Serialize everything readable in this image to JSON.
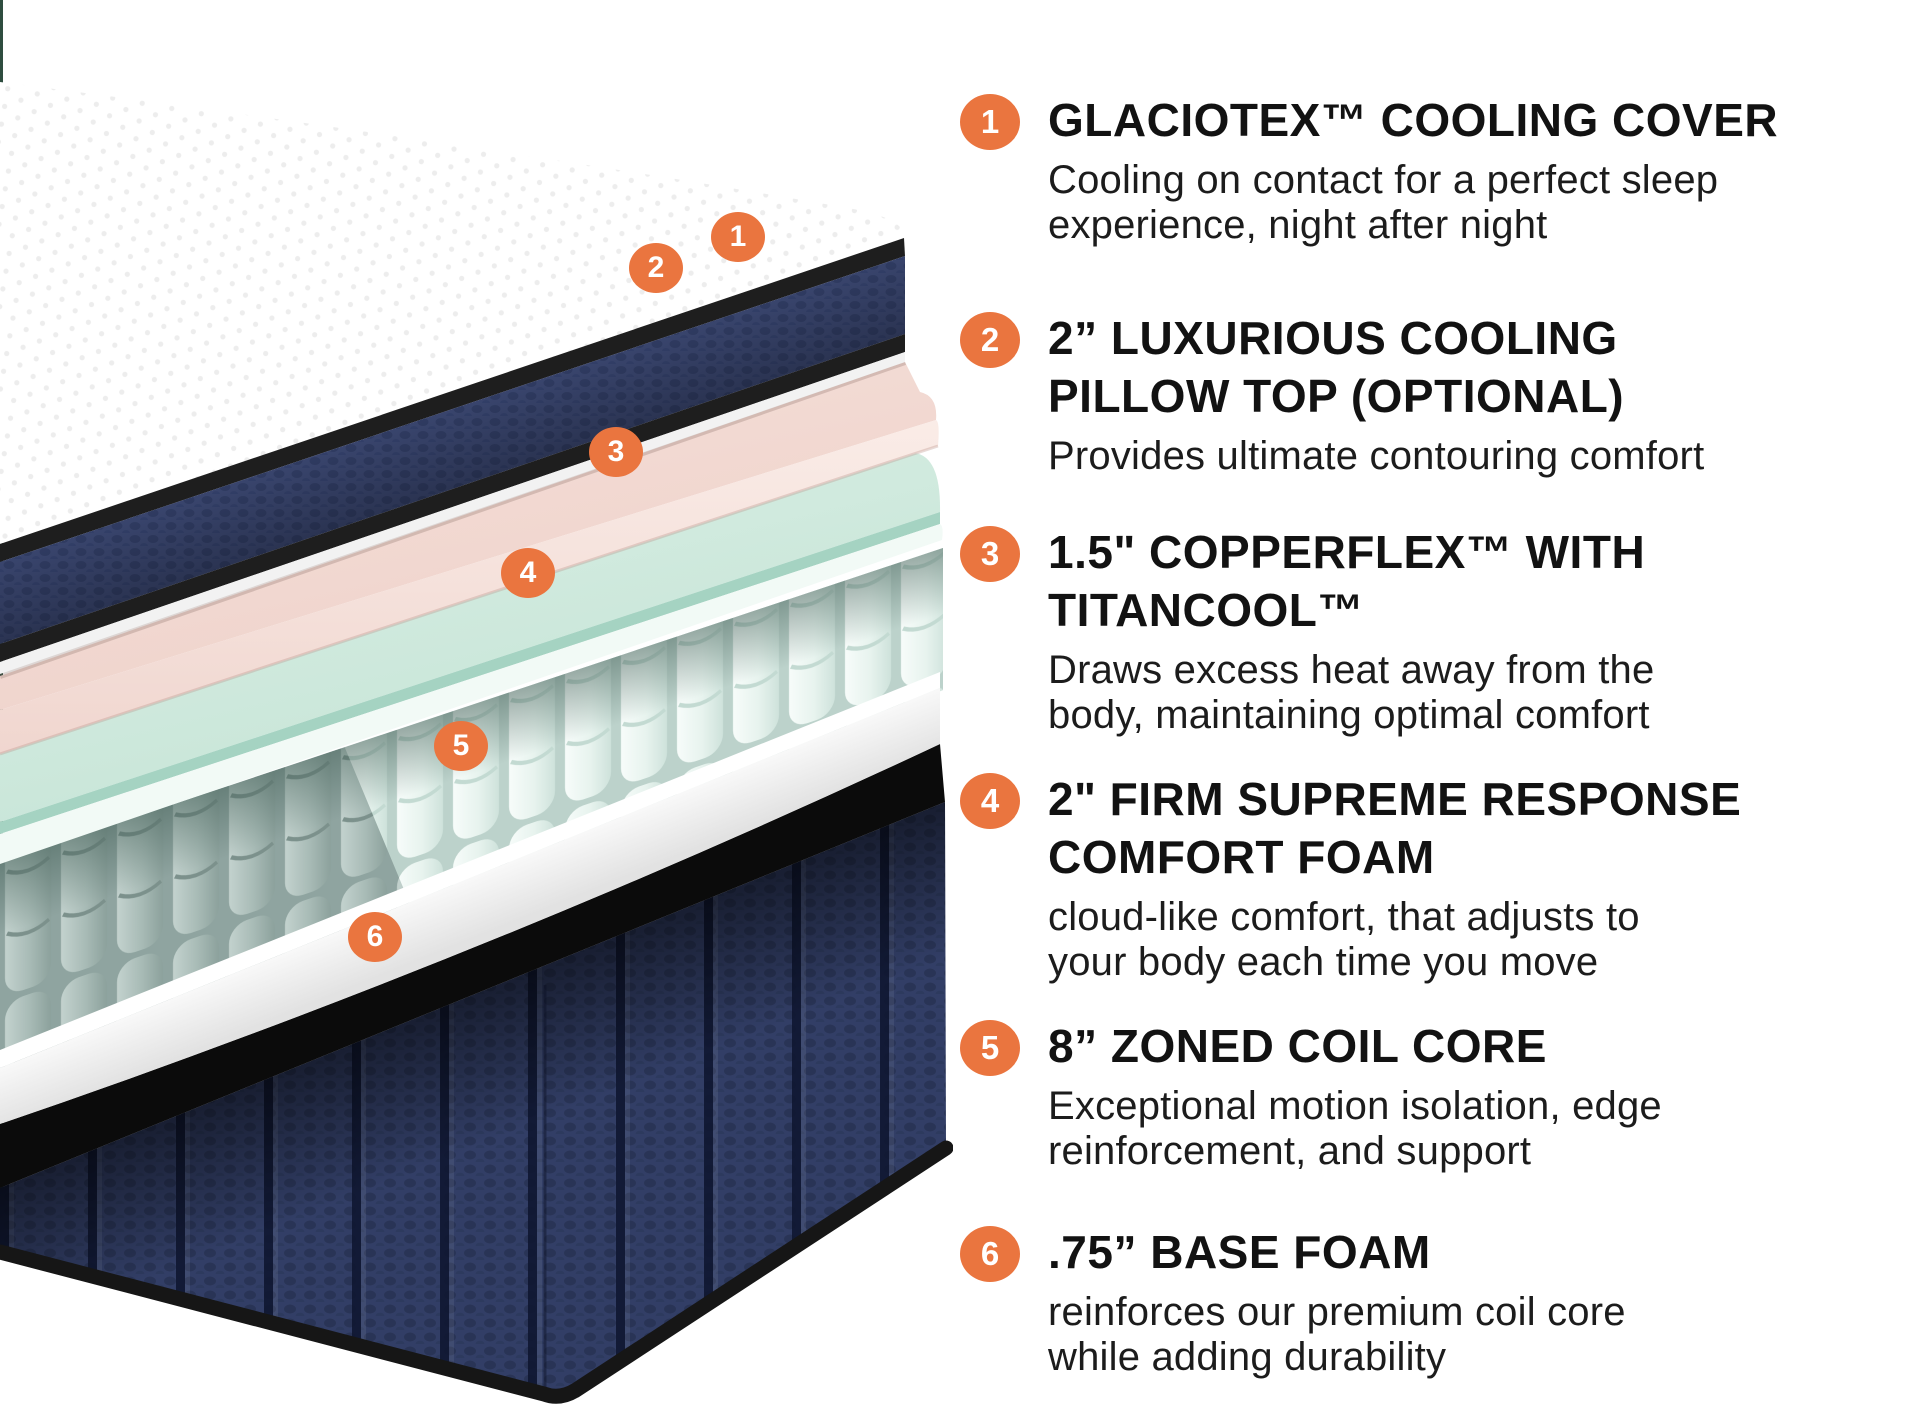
{
  "accent_color": "#EA753F",
  "colors": {
    "cover_white": "#FFFFFF",
    "piping_black": "#1E1E1E",
    "pillow_top_navy": "#3A466F",
    "copperflex_pink": "#F3DBD4",
    "comfort_foam_mint": "#CFE9DD",
    "coil_white": "#E9F4F0",
    "coil_edge_gray": "#9FB3AF",
    "base_navy": "#333F68",
    "edge_accent_green": "#2E4D3F"
  },
  "items": [
    {
      "number": "1",
      "title": "GLACIOTEX™ COOLING COVER",
      "description": "Cooling on contact for a perfect sleep\nexperience, night after night"
    },
    {
      "number": "2",
      "title": "2” LUXURIOUS COOLING\nPILLOW TOP (OPTIONAL)",
      "description": "Provides ultimate contouring comfort"
    },
    {
      "number": "3",
      "title": "1.5\" COPPERFLEX™ WITH\nTITANCOOL™",
      "description": "Draws excess heat away from the\nbody, maintaining optimal comfort"
    },
    {
      "number": "4",
      "title": "2\" FIRM SUPREME RESPONSE\nCOMFORT FOAM",
      "description": "cloud-like comfort, that adjusts to\nyour body each time you move"
    },
    {
      "number": "5",
      "title": "8” ZONED COIL CORE",
      "description": "Exceptional motion isolation, edge\nreinforcement, and support"
    },
    {
      "number": "6",
      "title": ".75” BASE FOAM",
      "description": "reinforces our premium coil core\nwhile adding durability"
    }
  ]
}
